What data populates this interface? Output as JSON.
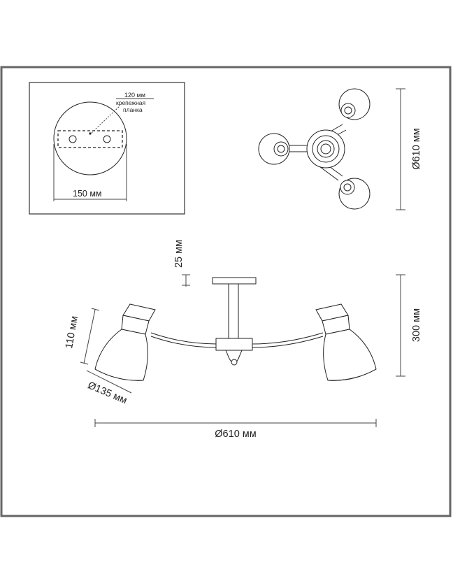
{
  "labels": {
    "plate_120": "120 мм",
    "plate_mount_line1": "крепежная",
    "plate_mount_line2": "планка",
    "plate_width": "150 мм",
    "top_diameter": "Ø610 мм",
    "stem_25": "25 мм",
    "height_300": "300 мм",
    "shade_height": "110 мм",
    "shade_diameter": "Ø135 мм",
    "total_diameter": "Ø610 мм"
  },
  "colors": {
    "frame": "#666666",
    "ink": "#222222"
  }
}
